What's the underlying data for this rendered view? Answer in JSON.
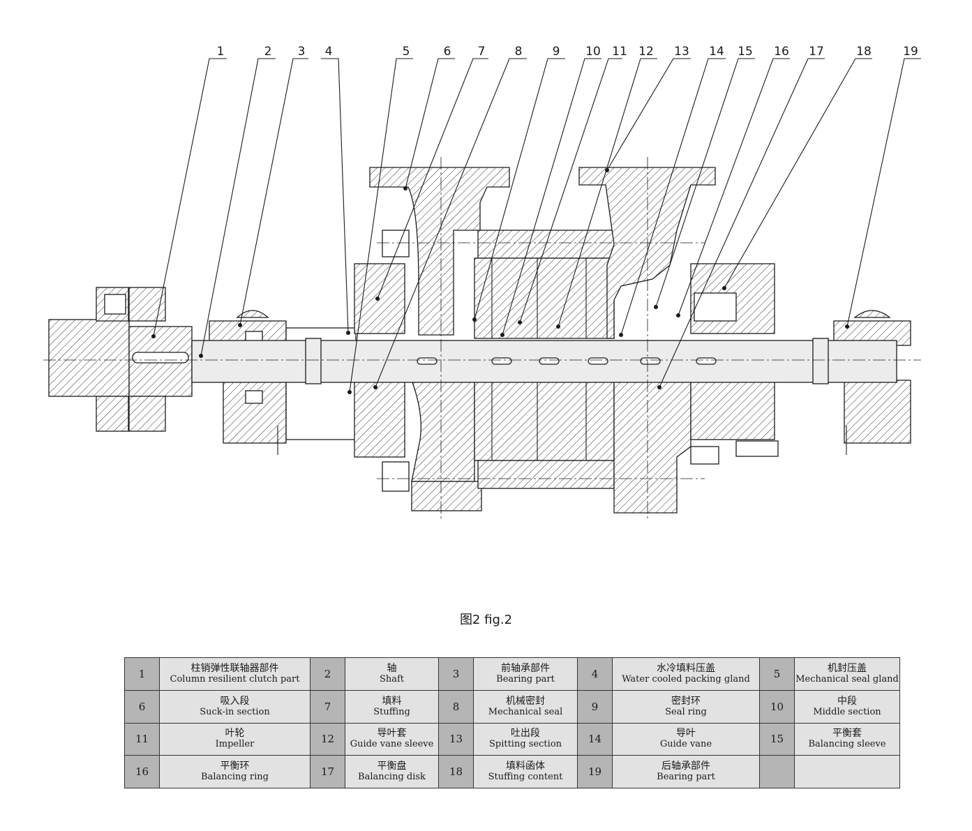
{
  "callouts": [
    {
      "label": "1"
    },
    {
      "label": "2"
    },
    {
      "label": "3"
    },
    {
      "label": "4"
    },
    {
      "label": "5"
    },
    {
      "label": "6"
    },
    {
      "label": "7"
    },
    {
      "label": "8"
    },
    {
      "label": "9"
    },
    {
      "label": "10"
    },
    {
      "label": "11"
    },
    {
      "label": "12"
    },
    {
      "label": "13"
    },
    {
      "label": "14"
    },
    {
      "label": "15"
    },
    {
      "label": "16"
    },
    {
      "label": "17"
    },
    {
      "label": "18"
    },
    {
      "label": "19"
    }
  ],
  "caption": "图2 fig.2",
  "parts": [
    {
      "num": "1",
      "zh": "柱销弹性联轴器部件",
      "en": "Column resilient clutch part"
    },
    {
      "num": "2",
      "zh": "轴",
      "en": "Shaft"
    },
    {
      "num": "3",
      "zh": "前轴承部件",
      "en": "Bearing part"
    },
    {
      "num": "4",
      "zh": "水冷填料压盖",
      "en": "Water cooled packing gland"
    },
    {
      "num": "5",
      "zh": "机封压盖",
      "en": "Mechanical seal gland"
    },
    {
      "num": "6",
      "zh": "吸入段",
      "en": "Suck-in section"
    },
    {
      "num": "7",
      "zh": "填料",
      "en": "Stuffing"
    },
    {
      "num": "8",
      "zh": "机械密封",
      "en": "Mechanical seal"
    },
    {
      "num": "9",
      "zh": "密封环",
      "en": "Seal ring"
    },
    {
      "num": "10",
      "zh": "中段",
      "en": "Middle section"
    },
    {
      "num": "11",
      "zh": "叶轮",
      "en": "Impeller"
    },
    {
      "num": "12",
      "zh": "导叶套",
      "en": "Guide vane sleeve"
    },
    {
      "num": "13",
      "zh": "吐出段",
      "en": "Spitting section"
    },
    {
      "num": "14",
      "zh": "导叶",
      "en": "Guide vane"
    },
    {
      "num": "15",
      "zh": "平衡套",
      "en": "Balancing sleeve"
    },
    {
      "num": "16",
      "zh": "平衡环",
      "en": "Balancing ring"
    },
    {
      "num": "17",
      "zh": "平衡盘",
      "en": "Balancing disk"
    },
    {
      "num": "18",
      "zh": "填料函体",
      "en": "Stuffing content"
    },
    {
      "num": "19",
      "zh": "后轴承部件",
      "en": "Bearing part"
    },
    {
      "num": "",
      "zh": "",
      "en": ""
    }
  ]
}
